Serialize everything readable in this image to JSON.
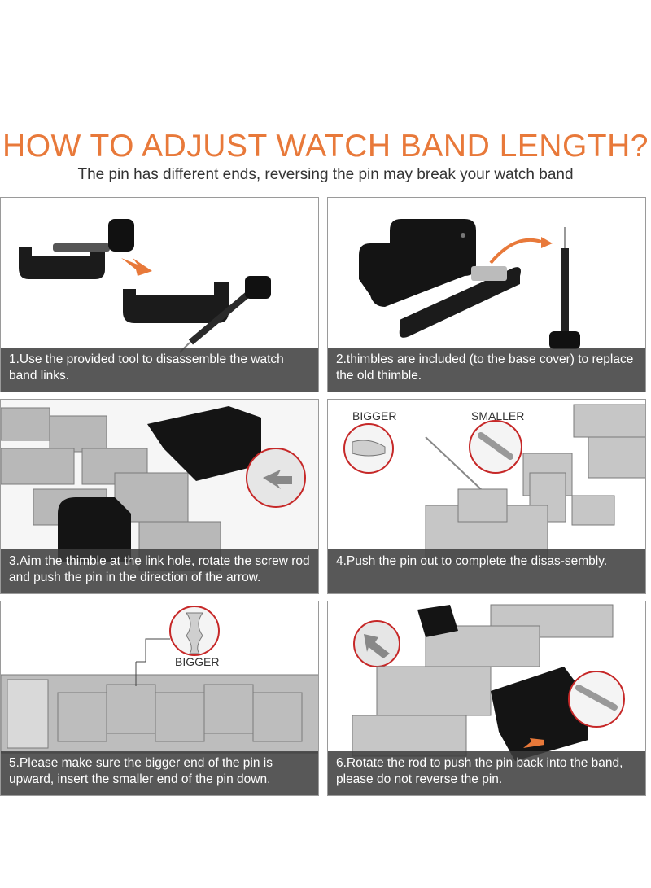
{
  "header": {
    "title": "HOW TO ADJUST WATCH BAND LENGTH?",
    "subtitle": "The pin has different ends, reversing the pin may break your watch band"
  },
  "steps": [
    {
      "caption": "1.Use the provided tool to disassemble the watch band links."
    },
    {
      "caption": "2.thimbles are included (to the base cover) to replace the old thimble."
    },
    {
      "caption": "3.Aim the thimble at the link hole, rotate the screw rod and push the pin in the direction of the arrow."
    },
    {
      "caption": "4.Push the pin out to complete the disas-sembly."
    },
    {
      "caption": "5.Please make sure the bigger end of the pin is upward, insert the smaller end of the pin down."
    },
    {
      "caption": "6.Rotate the rod to push the pin back into the band, please do not reverse the pin."
    }
  ],
  "labels": {
    "bigger": "BIGGER",
    "smaller": "SMALLER",
    "bigger_step5": "BIGGER"
  },
  "colors": {
    "accent": "#e8793a",
    "caption_bg": "#3c3c3c"
  }
}
